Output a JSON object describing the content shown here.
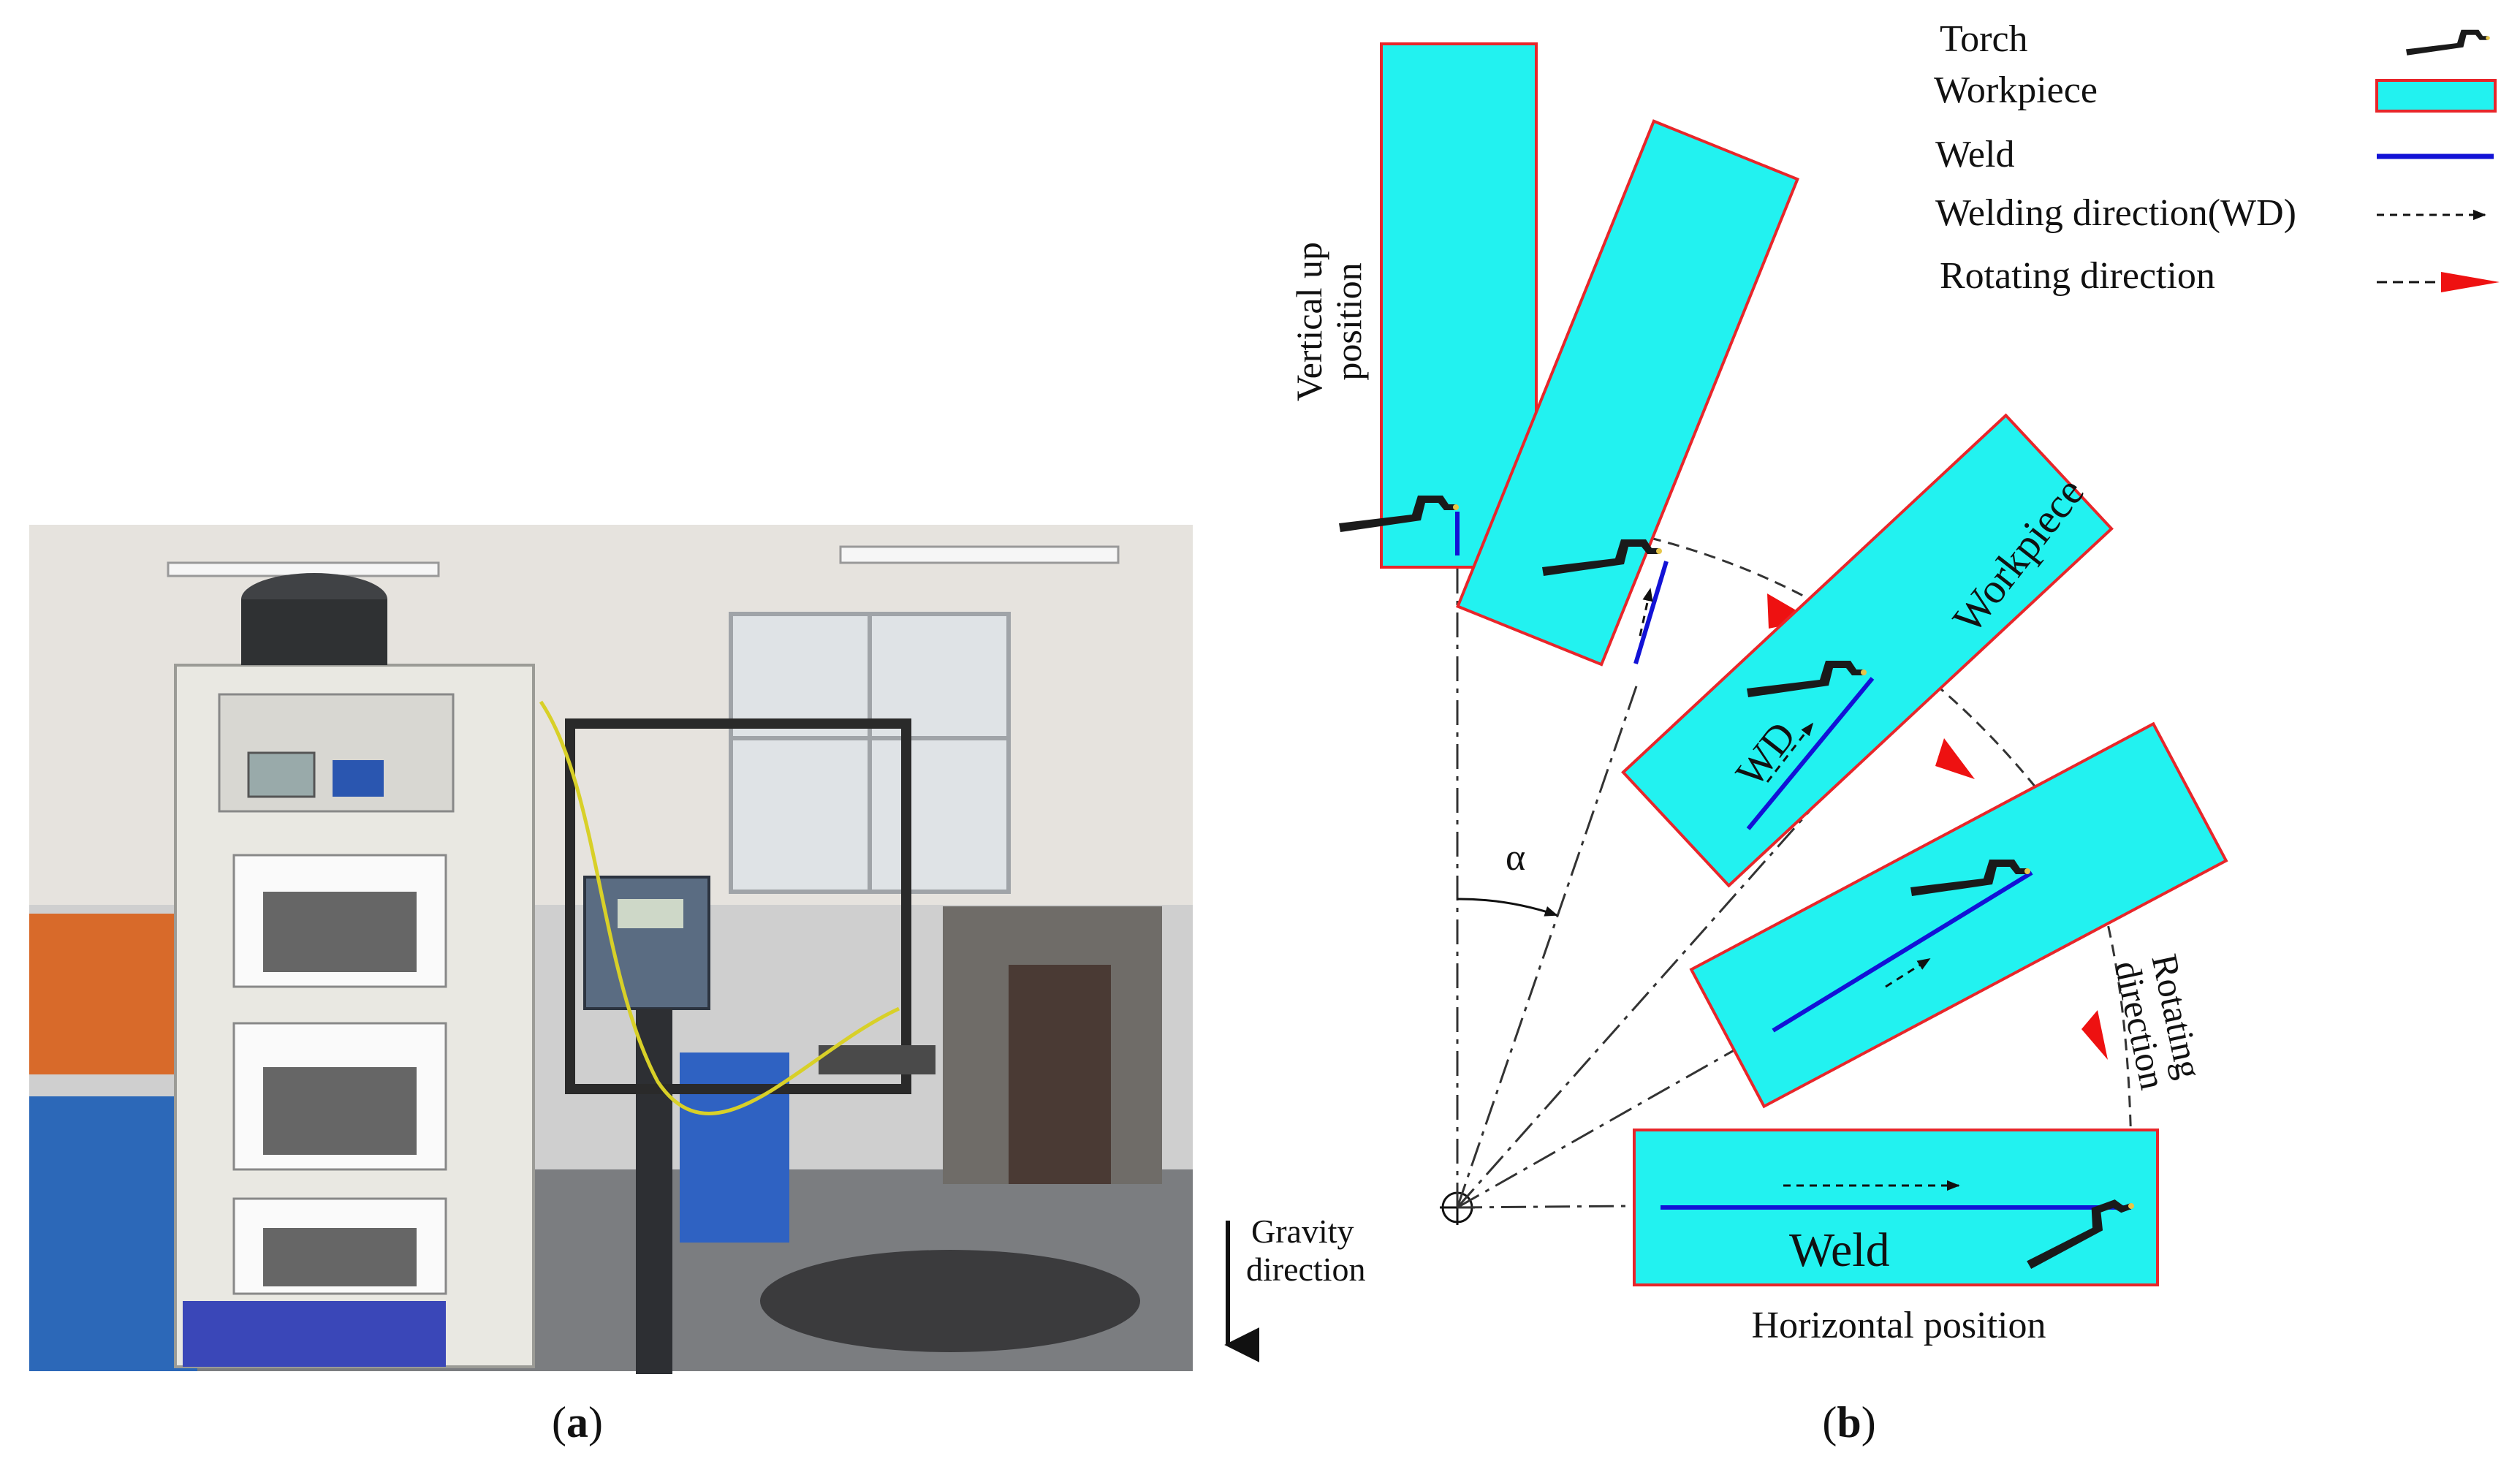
{
  "panel_a": {
    "caption_prefix": "(",
    "caption_letter": "a",
    "caption_suffix": ")",
    "photo_description_note": "",
    "gravity_label_line1": "Gravity",
    "gravity_label_line2": "direction"
  },
  "panel_b": {
    "caption_prefix": "(",
    "caption_letter": "b",
    "caption_suffix": ")",
    "legend": {
      "torch": "Torch",
      "workpiece": "Workpiece",
      "weld": "Weld",
      "welding_direction": "Welding direction(WD)",
      "rotating_direction": "Rotating direction"
    },
    "labels": {
      "vertical_up_line1": "Vertical up",
      "vertical_up_line2": "position",
      "workpiece": "Workpiece",
      "wd": "WD",
      "alpha": "α",
      "rotating_line1": "Rotating",
      "rotating_line2": "direction",
      "weld": "Weld",
      "horizontal": "Horizontal position"
    },
    "colors": {
      "workpiece_fill": "#22f2f0",
      "workpiece_border": "#e8262a",
      "weld": "#1212d6",
      "torch": "#1a1a1a",
      "rotate_arrow": "#ee1111"
    }
  }
}
